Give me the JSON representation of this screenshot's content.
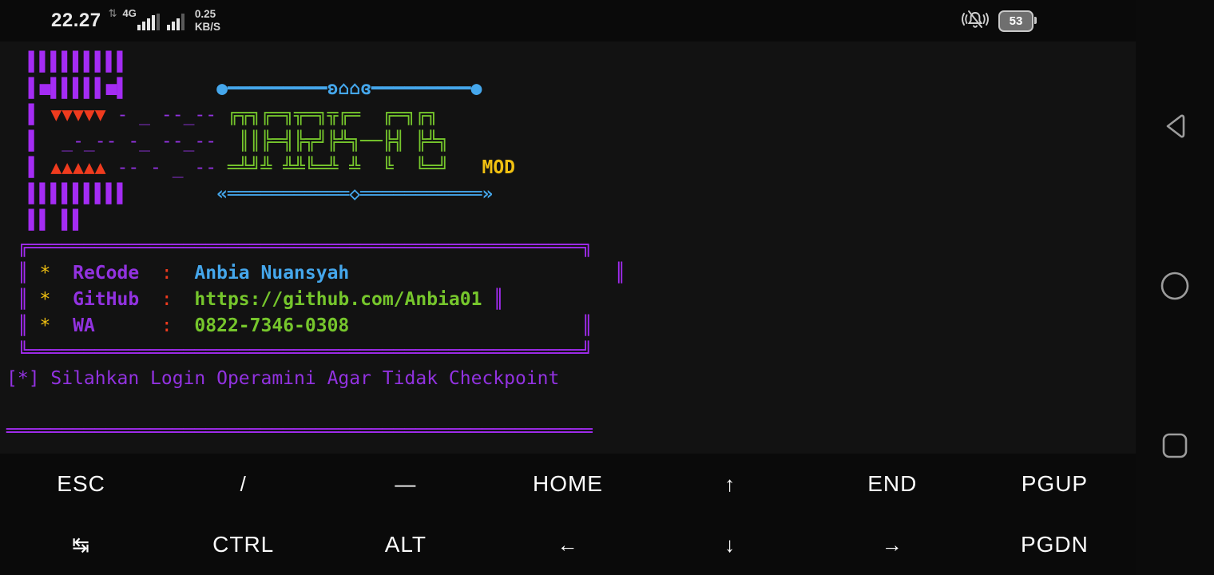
{
  "colors": {
    "purple": "#A42CF4",
    "violet": "#9232E0",
    "blue": "#45A7EC",
    "green": "#76C62C",
    "yellow": "#F0C011",
    "red": "#EF3B1E",
    "white": "#FFFFFF"
  },
  "status_bar": {
    "time": "22.27",
    "data_activity_icon": "⇅",
    "network_type": "4G",
    "net_speed_value": "0.25",
    "net_speed_unit": "KB/S",
    "ringer_mode_icon": "vibrate",
    "battery_percent": "53"
  },
  "terminal": {
    "lines": [
      [
        {
          "t": "  ▌▌▌▌▌▌▌▌▌",
          "c": "purple"
        }
      ],
      [
        {
          "t": "  ▌■▌▌▌▌▌■▌        ",
          "c": "purple"
        },
        {
          "t": "●━━━━━━━━━ʚ⌂⌂ɞ━━━━━━━━━●",
          "c": "blue",
          "b": true
        }
      ],
      [
        {
          "t": "  ▌ ",
          "c": "purple"
        },
        {
          "t": "▼▼▼▼▼",
          "c": "red"
        },
        {
          "t": " - _ --_-- ",
          "c": "violet"
        },
        {
          "t": "╔╦╗╔═╗╦═╗╦╔═  ╔═╗╔╗ ",
          "c": "green"
        }
      ],
      [
        {
          "t": "  ▌ ",
          "c": "purple"
        },
        {
          "t": " _-_-- -_ --_-- ",
          "c": "violet"
        },
        {
          "t": " ║║╠═╣╠╦╝╠╩╗──╠╣ ╠╩╗",
          "c": "green"
        }
      ],
      [
        {
          "t": "  ▌ ",
          "c": "purple"
        },
        {
          "t": "▲▲▲▲▲",
          "c": "red"
        },
        {
          "t": " -- - _ -- ",
          "c": "violet"
        },
        {
          "t": "═╩╝╩ ╩╩╚═╩ ╩  ╚  ╚═╝",
          "c": "green"
        },
        {
          "t": "   ",
          "c": "green"
        },
        {
          "t": "MOD",
          "c": "yellow",
          "b": true
        }
      ],
      [
        {
          "t": "  ▌▌▌▌▌▌▌▌▌        ",
          "c": "purple"
        },
        {
          "t": "«═══════════◇═══════════»",
          "c": "blue",
          "b": true
        }
      ],
      [
        {
          "t": "  ▌▌ ▌▌",
          "c": "purple"
        }
      ],
      [
        {
          "t": " ╔══════════════════════════════════════════════════╗",
          "c": "purple"
        }
      ],
      [
        {
          "t": " ║ ",
          "c": "purple"
        },
        {
          "t": "*  ",
          "c": "yellow"
        },
        {
          "t": "ReCode  ",
          "c": "violet",
          "b": true
        },
        {
          "t": ":  ",
          "c": "red"
        },
        {
          "t": "Anbia Nuansyah",
          "c": "blue",
          "b": true
        },
        {
          "t": "                        ║",
          "c": "purple"
        }
      ],
      [
        {
          "t": " ║ ",
          "c": "purple"
        },
        {
          "t": "*  ",
          "c": "yellow"
        },
        {
          "t": "GitHub  ",
          "c": "violet",
          "b": true
        },
        {
          "t": ":  ",
          "c": "red"
        },
        {
          "t": "https://github.com/Anbia01",
          "c": "green",
          "b": true
        },
        {
          "t": " ║",
          "c": "purple"
        }
      ],
      [
        {
          "t": " ║ ",
          "c": "purple"
        },
        {
          "t": "*  ",
          "c": "yellow"
        },
        {
          "t": "WA      ",
          "c": "violet",
          "b": true
        },
        {
          "t": ":  ",
          "c": "red"
        },
        {
          "t": "0822-7346-0308",
          "c": "green",
          "b": true
        },
        {
          "t": "                     ║",
          "c": "purple"
        }
      ],
      [
        {
          "t": " ╚══════════════════════════════════════════════════╝",
          "c": "purple"
        }
      ],
      [
        {
          "t": "[*] Silahkan Login Operamini Agar Tidak Checkpoint",
          "c": "violet"
        }
      ],
      [
        {
          "t": "",
          "c": "purple"
        }
      ],
      [
        {
          "t": "═════════════════════════════════════════════════════",
          "c": "purple"
        }
      ]
    ]
  },
  "keyboard": {
    "rows": [
      [
        {
          "label": "ESC",
          "name": "esc"
        },
        {
          "label": "/",
          "name": "slash"
        },
        {
          "label": "—",
          "name": "dash"
        },
        {
          "label": "HOME",
          "name": "home"
        },
        {
          "label": "↑",
          "name": "up"
        },
        {
          "label": "END",
          "name": "end"
        },
        {
          "label": "PGUP",
          "name": "pgup"
        }
      ],
      [
        {
          "label": "↹",
          "name": "tab"
        },
        {
          "label": "CTRL",
          "name": "ctrl"
        },
        {
          "label": "ALT",
          "name": "alt"
        },
        {
          "label": "←",
          "name": "left"
        },
        {
          "label": "↓",
          "name": "down"
        },
        {
          "label": "→",
          "name": "right"
        },
        {
          "label": "PGDN",
          "name": "pgdn"
        }
      ]
    ]
  },
  "nav_rail": {
    "icons": [
      "back",
      "home",
      "recents"
    ]
  }
}
